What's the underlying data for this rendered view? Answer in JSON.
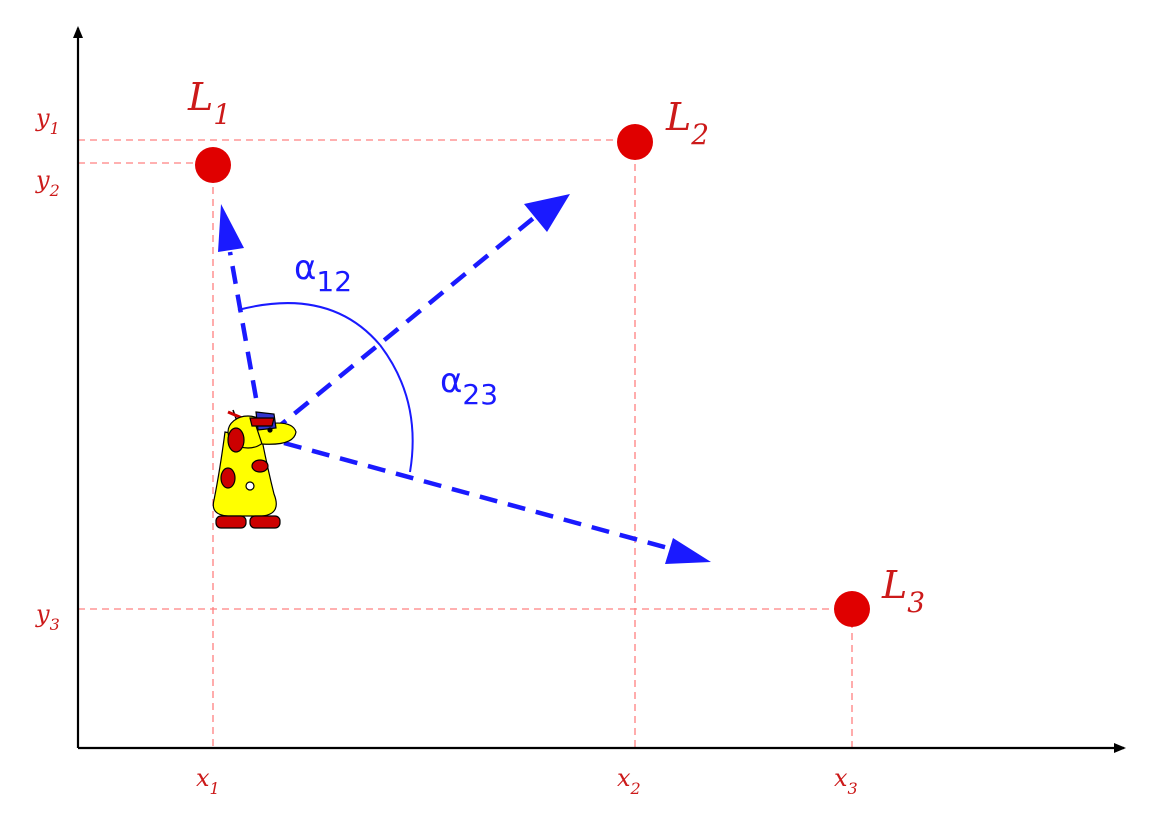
{
  "colors": {
    "landmark": "#e00000",
    "guide": "#ff8080",
    "label": "#cc1a1a",
    "bearing": "#1a1aff",
    "axis": "#000000"
  },
  "axes": {
    "x_ticks": [
      {
        "base": "x",
        "sub": "1"
      },
      {
        "base": "x",
        "sub": "2"
      },
      {
        "base": "x",
        "sub": "3"
      }
    ],
    "y_ticks": [
      {
        "base": "y",
        "sub": "1"
      },
      {
        "base": "y",
        "sub": "2"
      },
      {
        "base": "y",
        "sub": "3"
      }
    ]
  },
  "landmarks": [
    {
      "base": "L",
      "sub": "1"
    },
    {
      "base": "L",
      "sub": "2"
    },
    {
      "base": "L",
      "sub": "3"
    }
  ],
  "angles": [
    {
      "base": "α",
      "sub": "12"
    },
    {
      "base": "α",
      "sub": "23"
    }
  ],
  "robot": {
    "icon": "robot-icon"
  }
}
